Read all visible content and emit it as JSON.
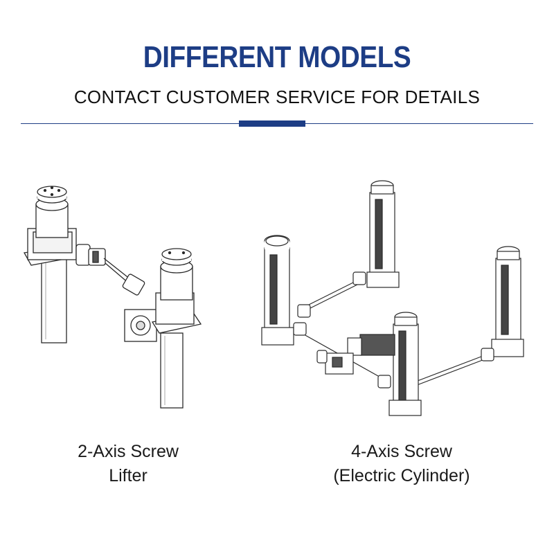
{
  "header": {
    "title": "DIFFERENT MODELS",
    "subtitle": "CONTACT CUSTOMER SERVICE FOR DETAILS"
  },
  "colors": {
    "brand_blue": "#1d3d85",
    "line_art": "#2a2a2a"
  },
  "products": [
    {
      "caption_line1": "2-Axis Screw",
      "caption_line2": "Lifter"
    },
    {
      "caption_line1": "4-Axis Screw",
      "caption_line2": "(Electric Cylinder)"
    }
  ]
}
